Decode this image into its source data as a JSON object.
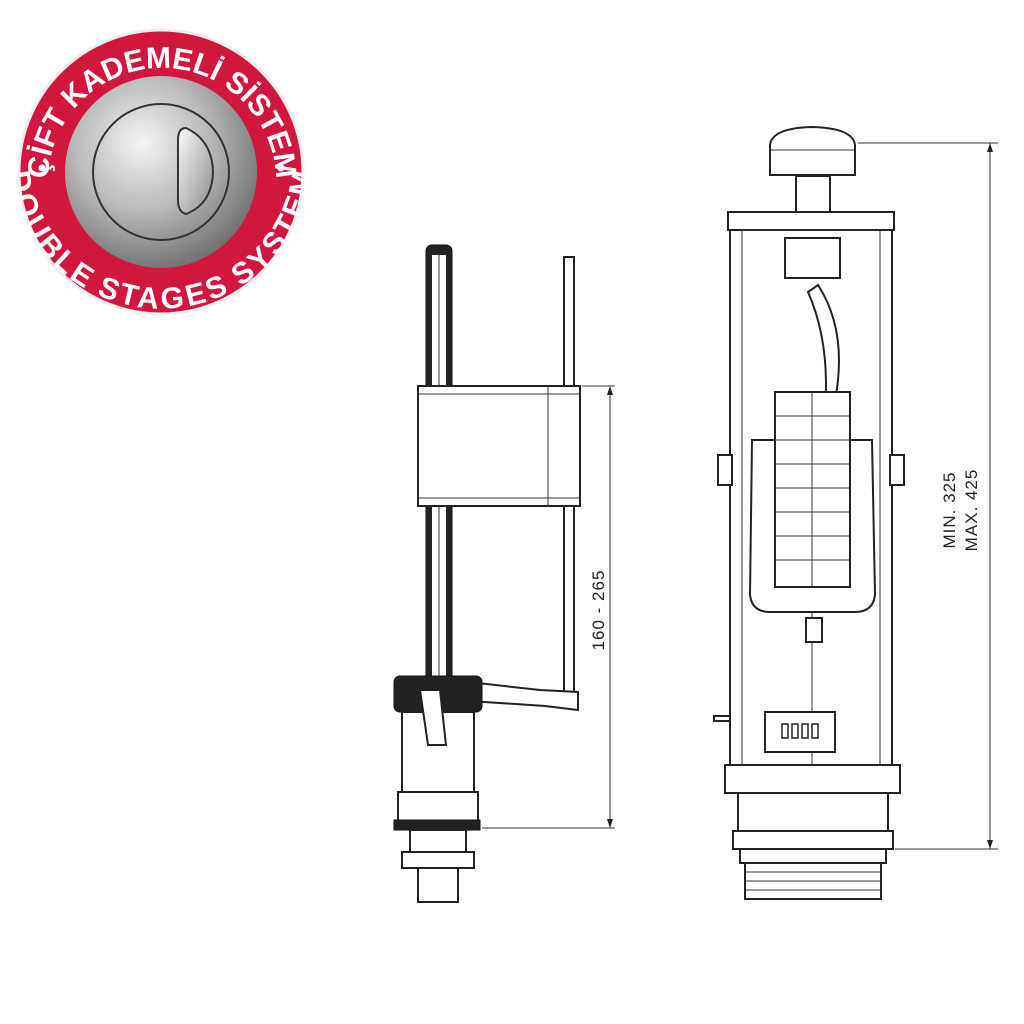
{
  "badge": {
    "top_text": "ÇİFT KADEMELİ SİSTEM",
    "bottom_text": "DOUBLE STAGES SYSTEM",
    "ring_color": "#d2173f"
  },
  "fill_valve": {
    "dimension_label": "160 - 265"
  },
  "flush_valve": {
    "dimension_min": "MIN. 325",
    "dimension_max": "MAX. 425"
  }
}
